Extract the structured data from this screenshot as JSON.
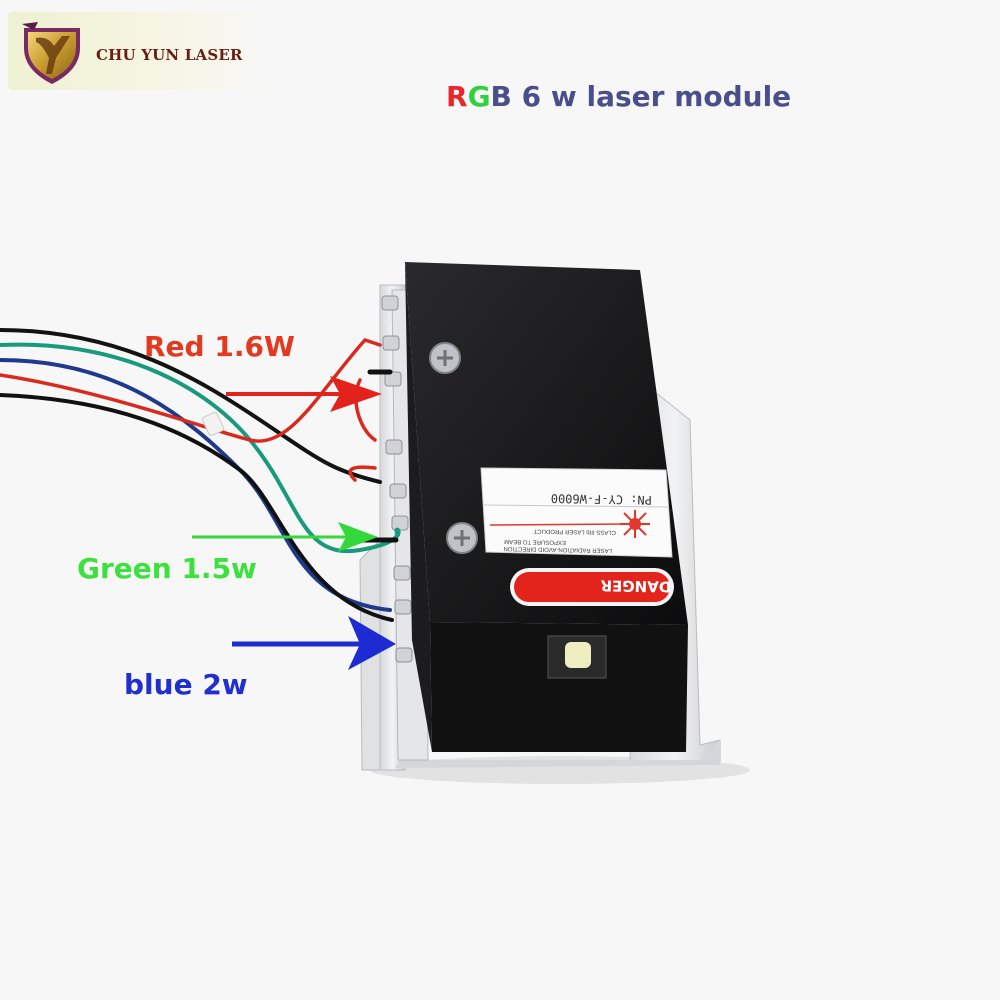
{
  "brand": {
    "name": "CHU YUN LASER",
    "logo_icon": "cy-shield-logo-icon"
  },
  "title": {
    "r": "R",
    "g": "G",
    "b": "B",
    "rest": " 6 w laser module"
  },
  "labels": {
    "red": {
      "text": "Red 1.6W",
      "color": "#e33a1f"
    },
    "green": {
      "text": "Green 1.5w",
      "color": "#3ce13d"
    },
    "blue": {
      "text": "blue 2w",
      "color": "#1f2fd0"
    }
  },
  "device_label": {
    "pn": "PN: CY-F-W6000",
    "class_line": "CLASS IIIb LASER PRODUCT",
    "exposure_line": "EXPOSURE TO BEAM",
    "radiation_line": "LASER RADIATION-AVOID DIRECTION",
    "danger": "DANGER"
  }
}
